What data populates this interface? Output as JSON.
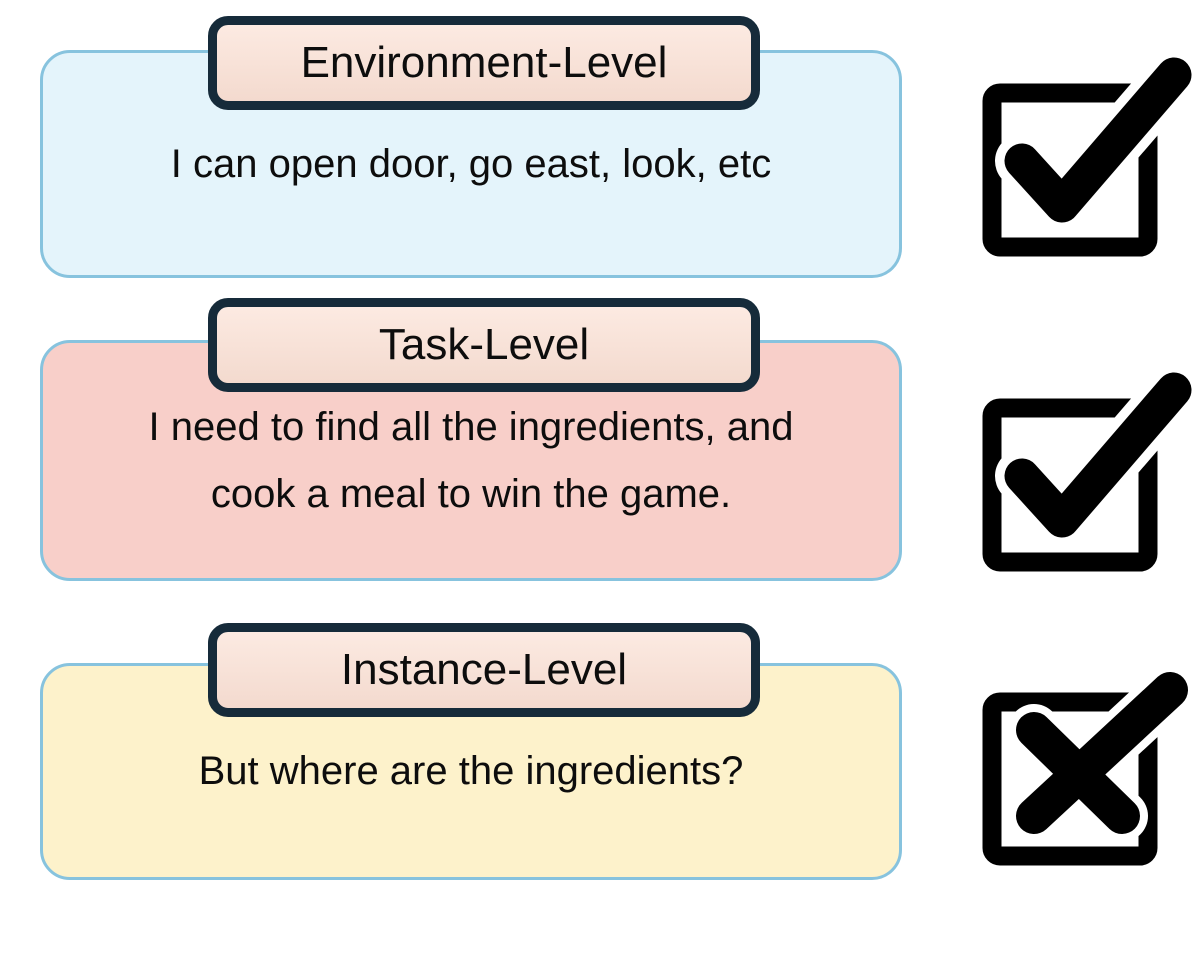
{
  "figure": {
    "background": "#ffffff",
    "text_color": "#0d0d0d",
    "box_border_color": "#87c3de",
    "label_border_color": "#162b3a",
    "label_fill": "#fbe1d5",
    "icon_color": "#000000"
  },
  "sections": [
    {
      "label": "Environment-Level",
      "text": "I can open door, go east, look, etc",
      "fill": "#e4f4fb",
      "status": "pass",
      "status_icon": "checked-checkbox-icon"
    },
    {
      "label": "Task-Level",
      "text": "I need to find all the ingredients, and cook a meal to win the game.",
      "fill": "#f8cfc9",
      "status": "pass",
      "status_icon": "checked-checkbox-icon"
    },
    {
      "label": "Instance-Level",
      "text": "But where are the ingredients?",
      "fill": "#fdf2cb",
      "status": "fail",
      "status_icon": "crossed-checkbox-icon"
    }
  ]
}
